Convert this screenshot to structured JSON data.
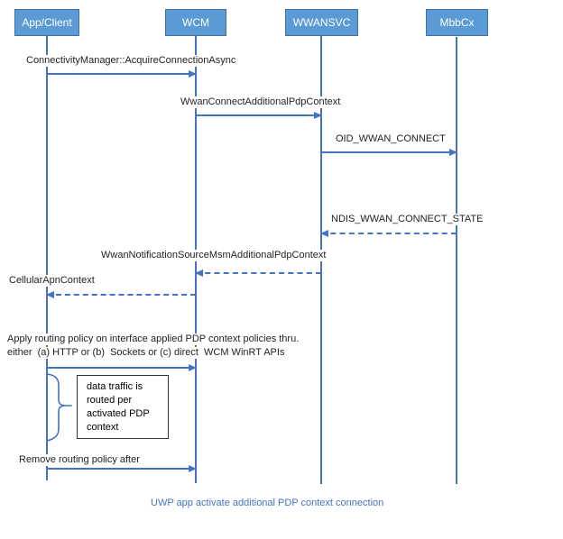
{
  "diagram": {
    "caption": "UWP app activate additional PDP context connection",
    "actors": [
      {
        "label": "App/Client"
      },
      {
        "label": "WCM"
      },
      {
        "label": "WWANSVC"
      },
      {
        "label": "MbbCx"
      }
    ],
    "messages": [
      {
        "label": "ConnectivityManager::AcquireConnectionAsync",
        "from": "App/Client",
        "to": "WCM",
        "line": "solid"
      },
      {
        "label": "WwanConnectAdditionalPdpContext",
        "from": "WCM",
        "to": "WWANSVC",
        "line": "solid"
      },
      {
        "label": "OID_WWAN_CONNECT",
        "from": "WWANSVC",
        "to": "MbbCx",
        "line": "solid"
      },
      {
        "label": "NDIS_WWAN_CONNECT_STATE",
        "from": "MbbCx",
        "to": "WWANSVC",
        "line": "dashed"
      },
      {
        "label": "WwanNotificationSourceMsmAdditionalPdpContext",
        "from": "WWANSVC",
        "to": "WCM",
        "line": "dashed"
      },
      {
        "label": "CellularApnContext",
        "from": "WCM",
        "to": "App/Client",
        "line": "dashed"
      },
      {
        "label": "Apply routing policy on interface applied PDP context policies thru.",
        "label2": "either  (a) HTTP or (b)  Sockets or (c) direct  WCM WinRT APIs",
        "from": "App/Client",
        "to": "WCM",
        "line": "solid"
      },
      {
        "label": "Remove routing policy after",
        "from": "App/Client",
        "to": "WCM",
        "line": "solid"
      }
    ],
    "note": {
      "lines": [
        "data traffic is",
        "routed per",
        "activated PDP",
        "context"
      ]
    },
    "colors": {
      "actor_fill": "#5B9BD5",
      "actor_border": "#41719C",
      "line": "#4472C4",
      "caption": "#4472C4",
      "text": "#1f1f1f",
      "note_border": "#333333"
    }
  }
}
